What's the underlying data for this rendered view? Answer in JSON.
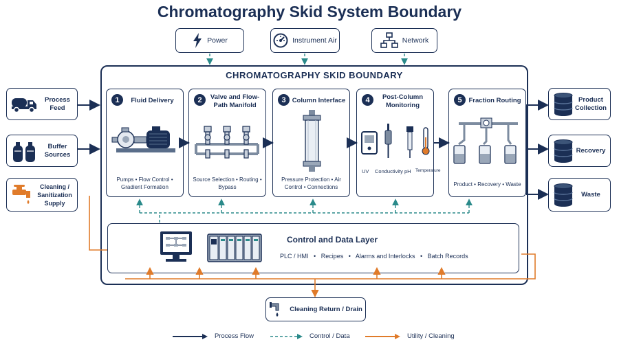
{
  "title": "Chromatography Skid System Boundary",
  "utilities": [
    {
      "label": "Power",
      "icon": "lightning-icon"
    },
    {
      "label": "Instrument Air",
      "icon": "gauge-icon"
    },
    {
      "label": "Network",
      "icon": "network-icon"
    }
  ],
  "skid_title": "CHROMATOGRAPHY SKID BOUNDARY",
  "inputs": [
    {
      "label": "Process Feed",
      "icon": "tanker-truck-icon"
    },
    {
      "label": "Buffer Sources",
      "icon": "gas-cylinders-icon"
    },
    {
      "label": "Cleaning / Sanitization Supply",
      "icon": "faucet-icon"
    }
  ],
  "stages": [
    {
      "number": "1",
      "title": "Fluid Delivery",
      "desc": "Pumps • Flow Control • Gradient Formation"
    },
    {
      "number": "2",
      "title": "Valve and Flow-Path Manifold",
      "desc": "Source Selection • Routing • Bypass"
    },
    {
      "number": "3",
      "title": "Column Interface",
      "desc": "Pressure Protection • Air Control • Connections"
    },
    {
      "number": "4",
      "title": "Post-Column Monitoring",
      "desc": "",
      "sensors": [
        "UV",
        "Conductivity",
        "pH",
        "Temperature"
      ]
    },
    {
      "number": "5",
      "title": "Fraction Routing",
      "desc": "Product • Recovery • Waste"
    }
  ],
  "outputs": [
    {
      "label": "Product Collection",
      "icon": "drum-icon"
    },
    {
      "label": "Recovery",
      "icon": "drum-icon"
    },
    {
      "label": "Waste",
      "icon": "drum-icon"
    }
  ],
  "control": {
    "title": "Control and Data Layer",
    "items": [
      "PLC / HMI",
      "•",
      "Recipes",
      "•",
      "Alarms and Interlocks",
      "•",
      "Batch Records"
    ]
  },
  "drain": {
    "label": "Cleaning Return / Drain",
    "icon": "drain-icon"
  },
  "legend": [
    {
      "label": "Process Flow",
      "style": "solid",
      "color": "#1b2f55"
    },
    {
      "label": "Control / Data",
      "style": "dashed",
      "color": "#2a8a8a"
    },
    {
      "label": "Utility / Cleaning",
      "style": "solid",
      "color": "#e07b2a"
    }
  ],
  "colors": {
    "navy": "#1b2f55",
    "teal": "#2a8a8a",
    "orange": "#e07b2a"
  }
}
